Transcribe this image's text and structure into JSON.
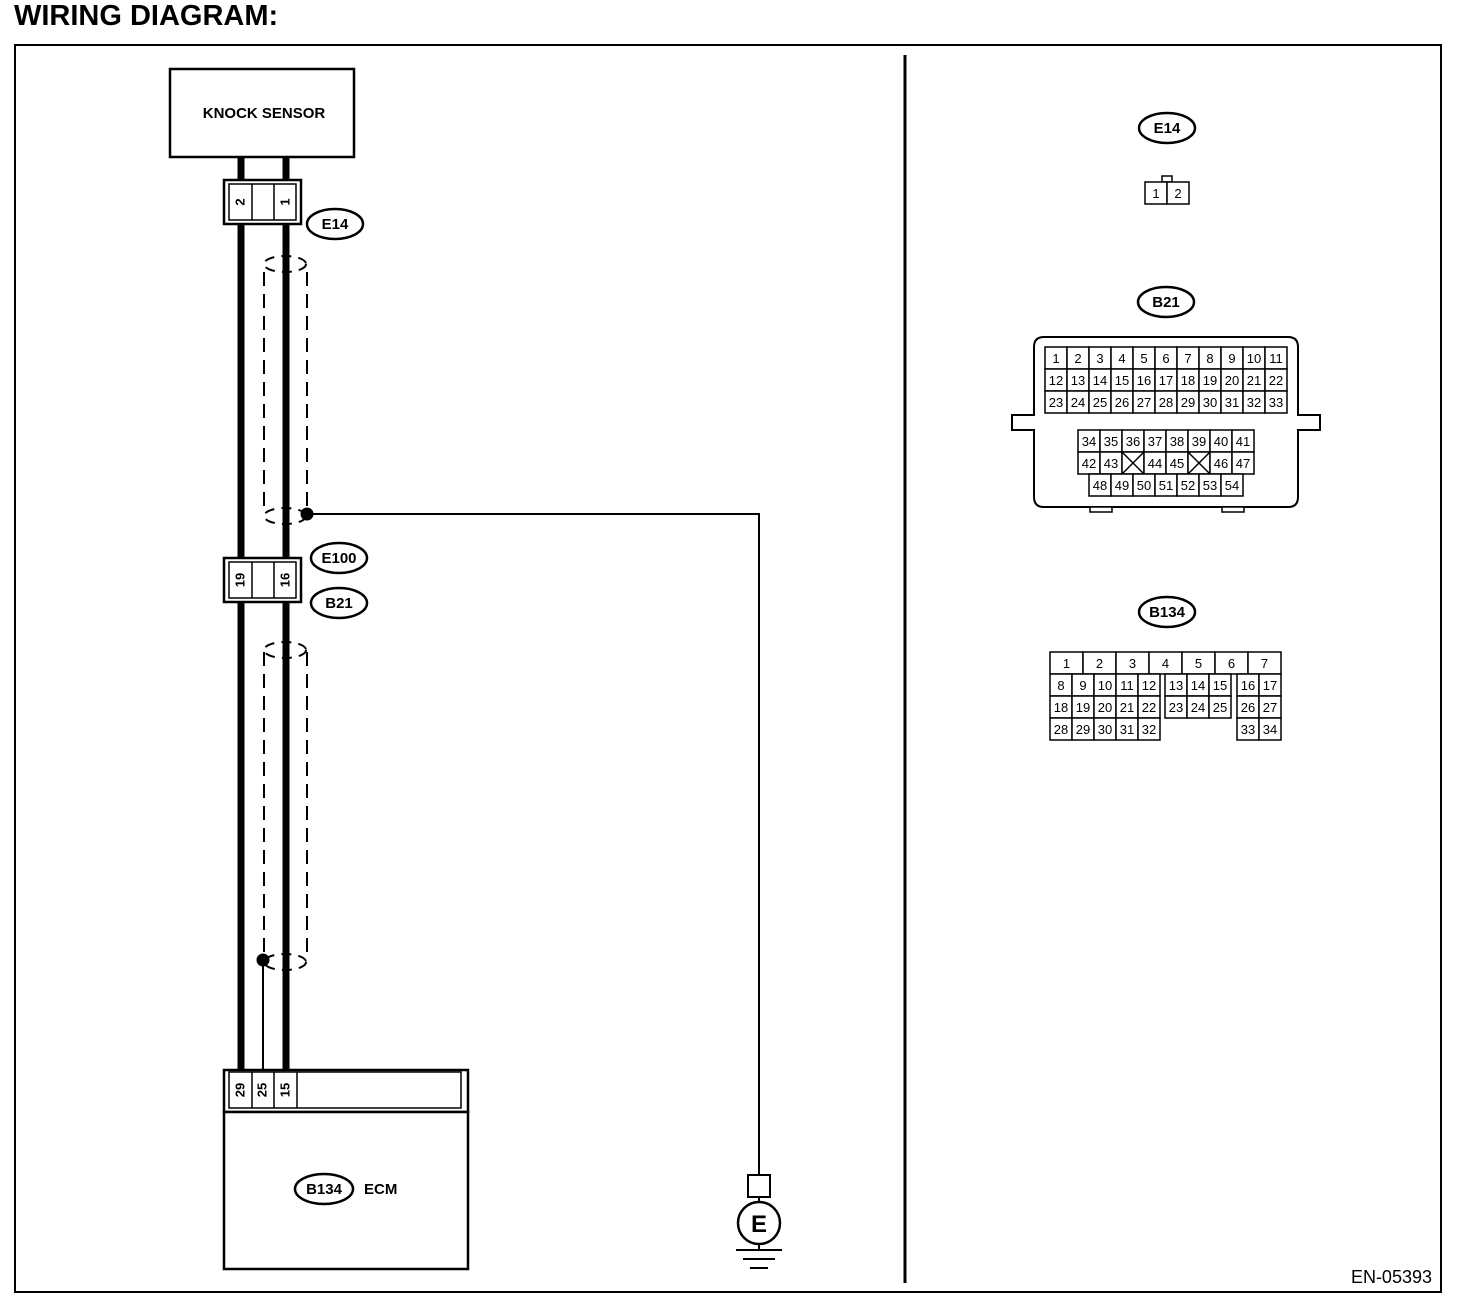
{
  "title": "WIRING DIAGRAM:",
  "figure_id": "EN-05393",
  "components": {
    "knock_sensor": "KNOCK SENSOR",
    "ecm": "ECM",
    "ground": "E"
  },
  "connector_tags": {
    "e14": "E14",
    "e100": "E100",
    "b21": "B21",
    "b134": "B134"
  },
  "pins": {
    "e14_left": "2",
    "e14_right": "1",
    "e100_left": "19",
    "e100_right": "16",
    "ecm_a": "29",
    "ecm_b": "25",
    "ecm_c": "15"
  },
  "connector_views": {
    "e14": {
      "label": "E14",
      "rows": [
        [
          "1",
          "2"
        ]
      ]
    },
    "b21": {
      "label": "B21",
      "upper_rows": [
        [
          "1",
          "2",
          "3",
          "4",
          "5",
          "6",
          "7",
          "8",
          "9",
          "10",
          "11"
        ],
        [
          "12",
          "13",
          "14",
          "15",
          "16",
          "17",
          "18",
          "19",
          "20",
          "21",
          "22"
        ],
        [
          "23",
          "24",
          "25",
          "26",
          "27",
          "28",
          "29",
          "30",
          "31",
          "32",
          "33"
        ]
      ],
      "lower_rows": [
        [
          "34",
          "35",
          "36",
          "37",
          "38",
          "39",
          "40",
          "41"
        ],
        [
          "42",
          "43",
          "X",
          "44",
          "45",
          "X",
          "46",
          "47"
        ],
        [
          "48",
          "49",
          "50",
          "51",
          "52",
          "53",
          "54"
        ]
      ]
    },
    "b134": {
      "label": "B134",
      "top_row": [
        "1",
        "2",
        "3",
        "4",
        "5",
        "6",
        "7"
      ],
      "left_rows": [
        [
          "8",
          "9",
          "10",
          "11",
          "12"
        ],
        [
          "18",
          "19",
          "20",
          "21",
          "22"
        ],
        [
          "28",
          "29",
          "30",
          "31",
          "32"
        ]
      ],
      "mid_rows": [
        [
          "13",
          "14",
          "15"
        ],
        [
          "23",
          "24",
          "25"
        ]
      ],
      "right_rows": [
        [
          "16",
          "17"
        ],
        [
          "26",
          "27"
        ],
        [
          "33",
          "34"
        ]
      ]
    }
  }
}
